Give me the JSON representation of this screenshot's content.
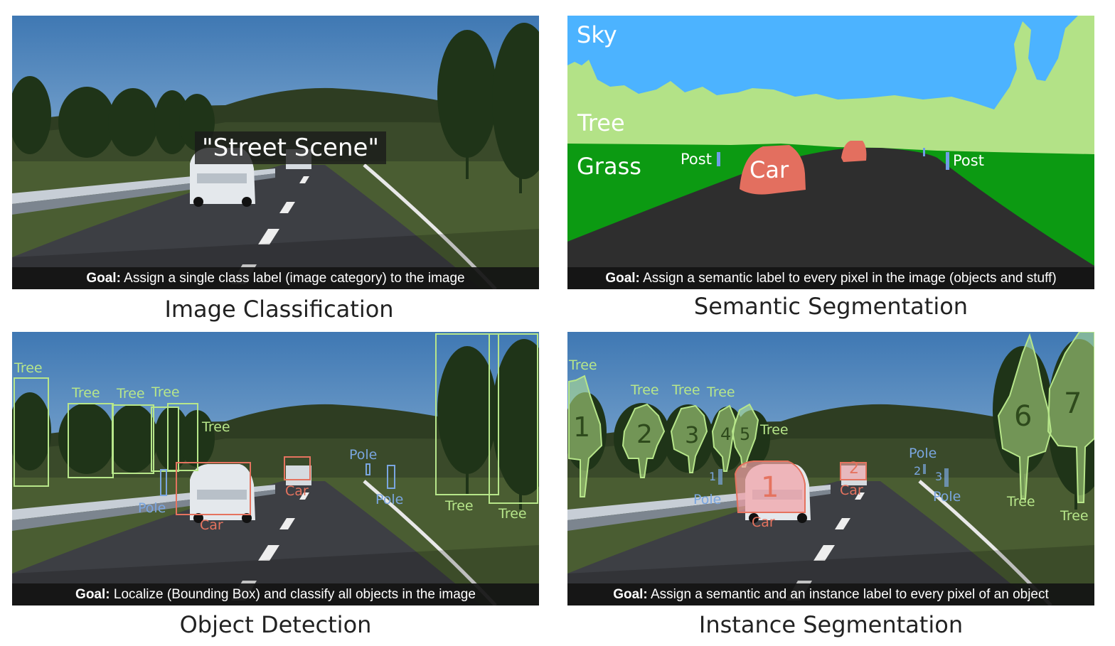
{
  "panels": {
    "classification": {
      "caption": "Image Classification",
      "goal_prefix": "Goal:",
      "goal_text": " Assign a single class label (image category) to the image",
      "class_label": "\"Street Scene\""
    },
    "semantic": {
      "caption": "Semantic Segmentation",
      "goal_prefix": "Goal:",
      "goal_text": " Assign a semantic label to every pixel in the image (objects and stuff)",
      "labels": {
        "sky": "Sky",
        "tree": "Tree",
        "grass": "Grass",
        "car": "Car",
        "post_left": "Post",
        "post_right": "Post"
      }
    },
    "detection": {
      "caption": "Object Detection",
      "goal_prefix": "Goal:",
      "goal_text": " Localize (Bounding Box) and classify all objects in the image",
      "tree": "Tree",
      "car": "Car",
      "pole": "Pole"
    },
    "instance": {
      "caption": "Instance Segmentation",
      "goal_prefix": "Goal:",
      "goal_text": " Assign a semantic and an instance label to every pixel of an object",
      "tree": "Tree",
      "car": "Car",
      "pole": "Pole",
      "numbers": {
        "t1": "1",
        "t2": "2",
        "t3": "3",
        "t4": "4",
        "t5": "5",
        "t6": "6",
        "t7": "7",
        "c1": "1",
        "c2": "2",
        "p1": "1",
        "p2": "2",
        "p3": "3"
      }
    }
  },
  "colors": {
    "tree": "#b7e68a",
    "car": "#e5735f",
    "pole": "#7aa6e0",
    "sky_seg": "#4cb3ff",
    "tree_seg": "#b3e287",
    "grass_seg": "#0c9a12",
    "road_seg": "#2e2e2e"
  }
}
